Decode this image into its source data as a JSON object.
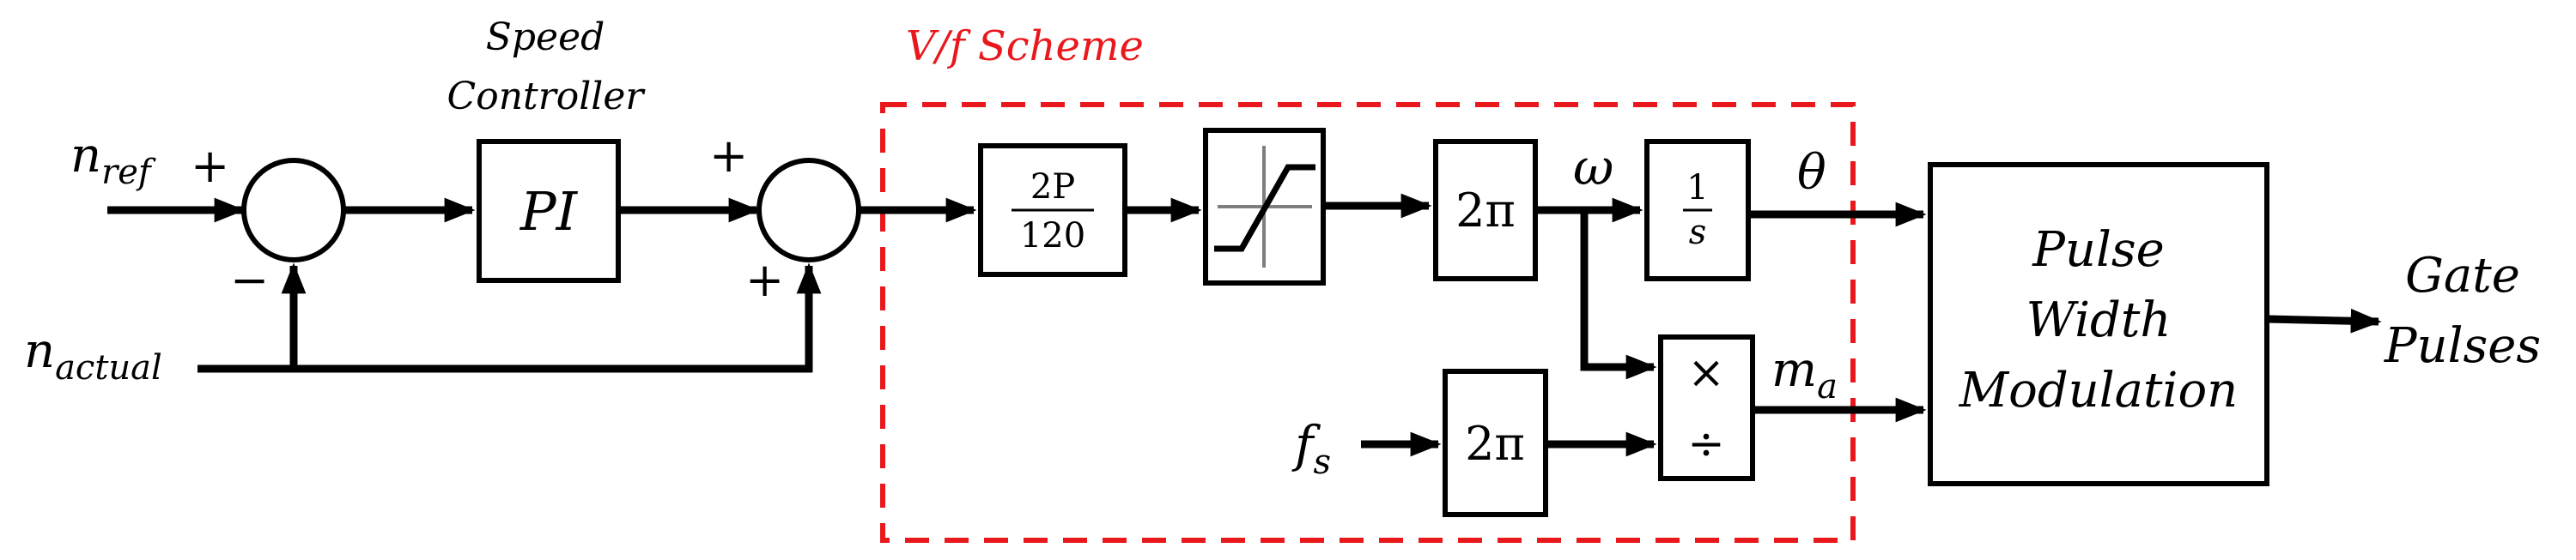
{
  "inputs": {
    "n_ref": {
      "main": "n",
      "sub": "ref"
    },
    "n_actual": {
      "main": "n",
      "sub": "actual"
    },
    "f_s": {
      "main": "f",
      "sub": "s"
    }
  },
  "speed_controller": {
    "caption_line1": "Speed",
    "caption_line2": "Controller",
    "block_label": "PI"
  },
  "summing_junction_1": {
    "sign_top": "+",
    "sign_bottom": "−"
  },
  "summing_junction_2": {
    "sign_top": "+",
    "sign_bottom": "+"
  },
  "vf_scheme": {
    "title": "V/f Scheme",
    "border_color": "#e8181d",
    "gain_numerator": "2P",
    "gain_denominator": "120",
    "limiter_icon": "saturation-limiter-icon",
    "two_pi_1": "2π",
    "omega": "ω",
    "integrator_numerator": "1",
    "integrator_denominator": "s",
    "theta": "θ",
    "two_pi_2": "2π",
    "multiply": "×",
    "divide": "÷",
    "m": {
      "main": "m",
      "sub": "a"
    }
  },
  "pwm": {
    "line1": "Pulse",
    "line2": "Width",
    "line3": "Modulation"
  },
  "output": {
    "line1": "Gate",
    "line2": "Pulses"
  }
}
